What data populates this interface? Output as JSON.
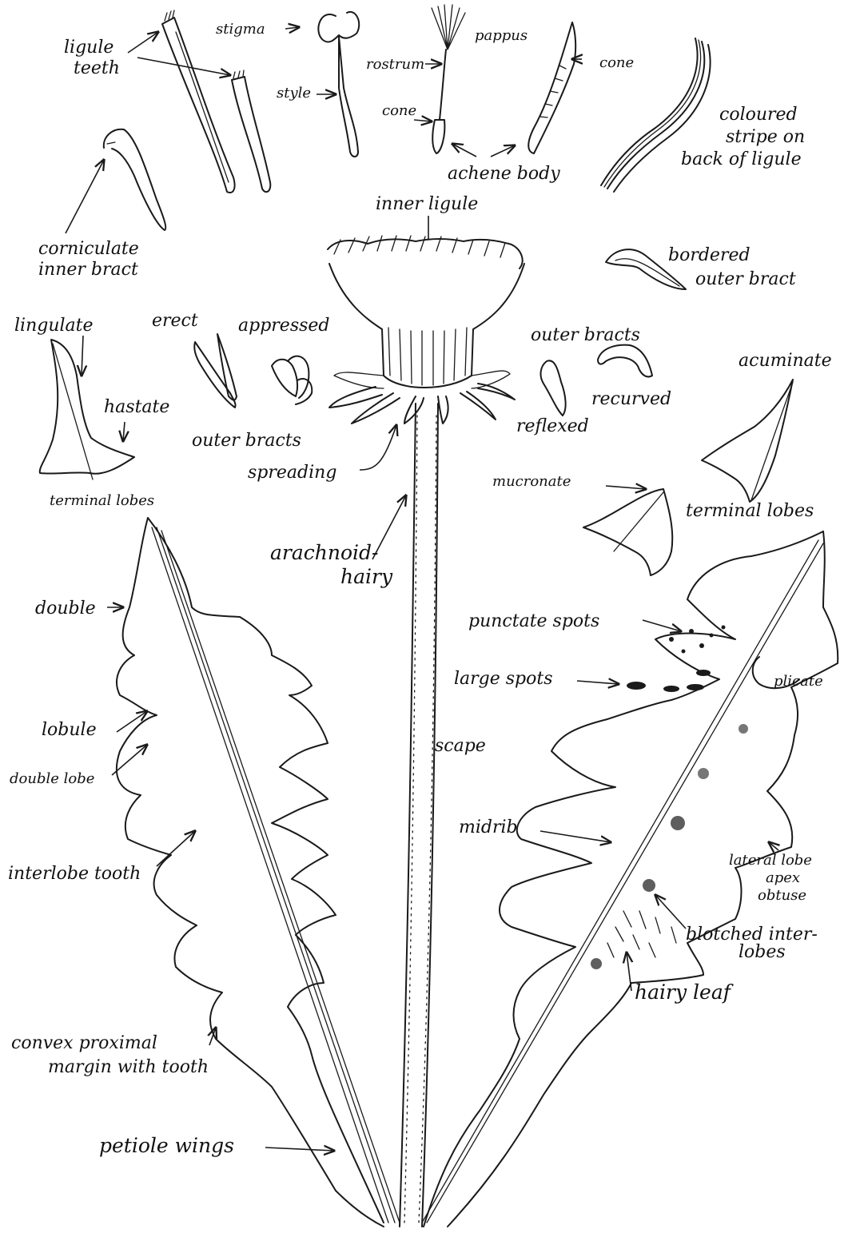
{
  "labels": {
    "ligule_teeth": [
      "ligule",
      "teeth"
    ],
    "stigma": "stigma",
    "style": "style",
    "pappus": "pappus",
    "rostrum": "rostrum",
    "cone_top": "cone",
    "cone_seed": "cone",
    "achene_body": "achene body",
    "coloured_stripe": [
      "coloured",
      "stripe on",
      "back of ligule"
    ],
    "corniculate": [
      "corniculate",
      "inner bract"
    ],
    "inner_ligule": "inner ligule",
    "bordered_outer_bract": [
      "bordered",
      "outer bract"
    ],
    "lingulate": "lingulate",
    "erect": "erect",
    "appressed": "appressed",
    "hastate": "hastate",
    "outer_bracts_left": "outer bracts",
    "spreading": "spreading",
    "outer_bracts_right": "outer bracts",
    "recurved": "recurved",
    "reflexed": "reflexed",
    "acuminate": "acuminate",
    "terminal_lobes_left": "terminal lobes",
    "mucronate": "mucronate",
    "terminal_lobes_right": "terminal lobes",
    "arachnoid_hairy": [
      "arachnoid-",
      "hairy"
    ],
    "double": "double",
    "punctate_spots": "punctate spots",
    "large_spots": "large spots",
    "plicate": "plicate",
    "lobule": "lobule",
    "double_lobe": "double lobe",
    "scape": "scape",
    "midrib": "midrib",
    "interlobe_tooth": "interlobe tooth",
    "lateral_lobe": [
      "lateral lobe",
      "apex",
      "obtuse"
    ],
    "blotched": [
      "blotched inter-",
      "lobes"
    ],
    "hairy_leaf": "hairy leaf",
    "convex_margin": [
      "convex proximal",
      "margin with tooth"
    ],
    "petiole_wings": "petiole wings"
  }
}
